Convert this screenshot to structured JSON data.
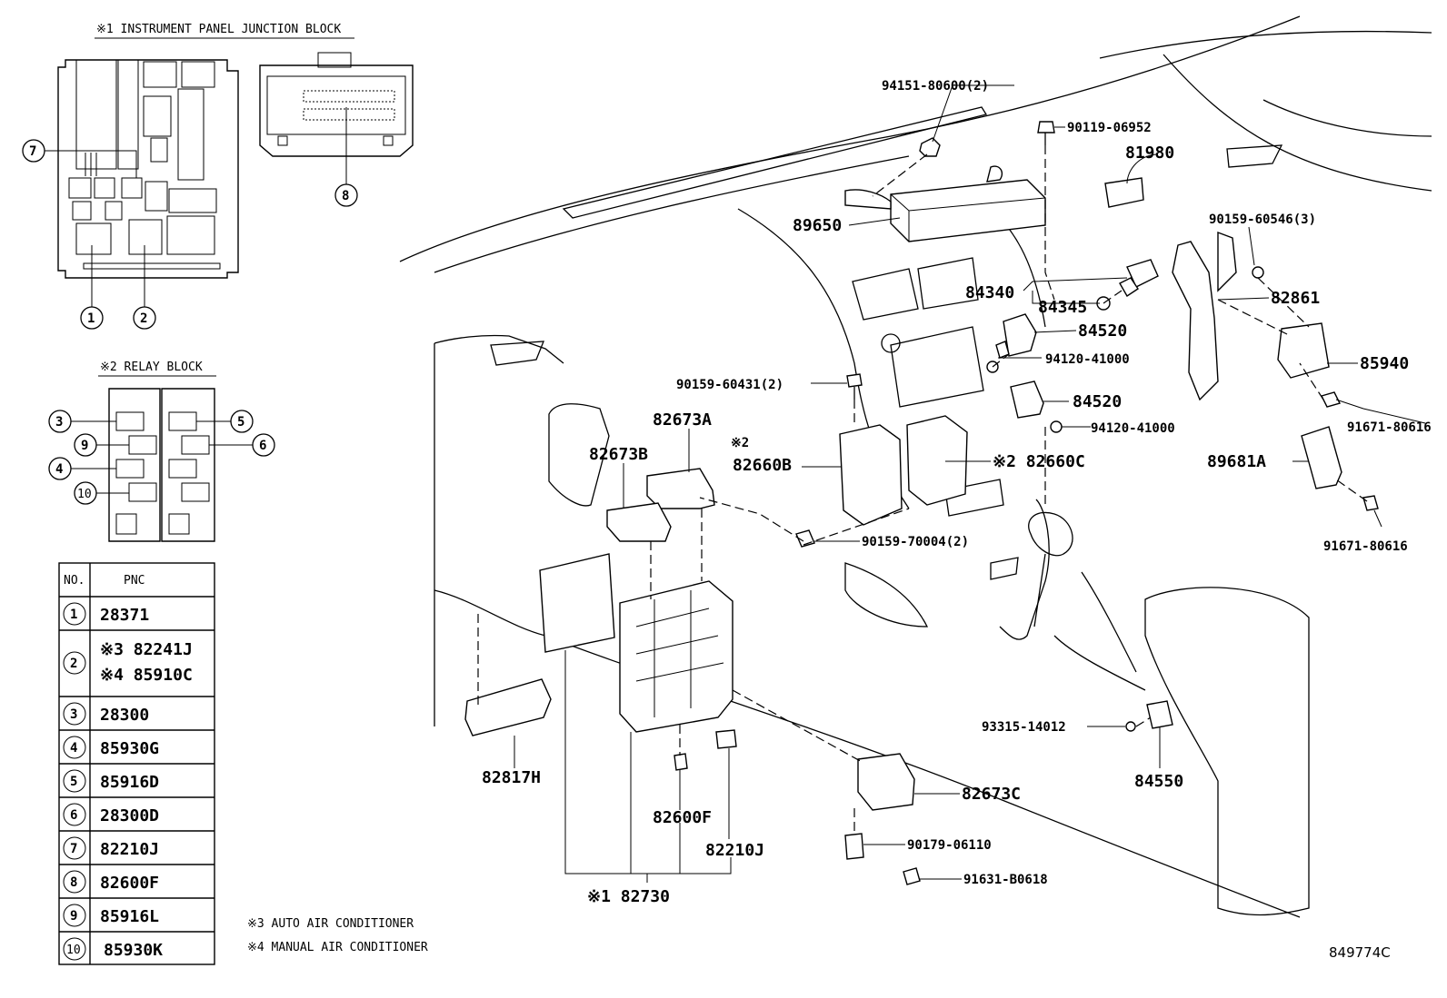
{
  "junction_block": {
    "title": "※1 INSTRUMENT PANEL JUNCTION BLOCK",
    "callouts": [
      "7",
      "8",
      "1",
      "2"
    ]
  },
  "relay_block": {
    "title": "※2 RELAY BLOCK",
    "callouts": [
      "3",
      "9",
      "4",
      "10",
      "5",
      "6"
    ]
  },
  "pnc_table": {
    "headers": [
      "NO.",
      "PNC"
    ],
    "rows": [
      {
        "no": "1",
        "pnc": "28371"
      },
      {
        "no": "2",
        "pnc": "※3 82241J",
        "pnc2": "※4 85910C"
      },
      {
        "no": "3",
        "pnc": "28300"
      },
      {
        "no": "4",
        "pnc": "85930G"
      },
      {
        "no": "5",
        "pnc": "85916D"
      },
      {
        "no": "6",
        "pnc": "28300D"
      },
      {
        "no": "7",
        "pnc": "82210J"
      },
      {
        "no": "8",
        "pnc": "82600F"
      },
      {
        "no": "9",
        "pnc": "85916L"
      },
      {
        "no": "10",
        "pnc": "85930K"
      }
    ]
  },
  "notes": {
    "note3": "※3 AUTO AIR CONDITIONER",
    "note4": "※4 MANUAL AIR CONDITIONER"
  },
  "part_labels": {
    "p94151": "94151-80600(2)",
    "p90119": "90119-06952",
    "p81980": "81980",
    "p89650": "89650",
    "p90159_60546": "90159-60546(3)",
    "p84340": "84340",
    "p84345": "84345",
    "p82861": "82861",
    "p84520a": "84520",
    "p94120a": "94120-41000",
    "p85940": "85940",
    "p90159_60431": "90159-60431(2)",
    "p84520b": "84520",
    "p91671a": "91671-80616",
    "p82673A": "82673A",
    "p94120b": "94120-41000",
    "p82673B": "82673B",
    "p82660B_note": "※2",
    "p82660B": "82660B",
    "p82660C": "※2 82660C",
    "p89681A": "89681A",
    "p90159_70004": "90159-70004(2)",
    "p91671b": "91671-80616",
    "p93315": "93315-14012",
    "p84550": "84550",
    "p82817H": "82817H",
    "p82673C": "82673C",
    "p82600F": "82600F",
    "p82210J": "82210J",
    "p90179": "90179-06110",
    "p91631": "91631-B0618",
    "p82730": "※1 82730",
    "drawing_no": "849774C"
  }
}
